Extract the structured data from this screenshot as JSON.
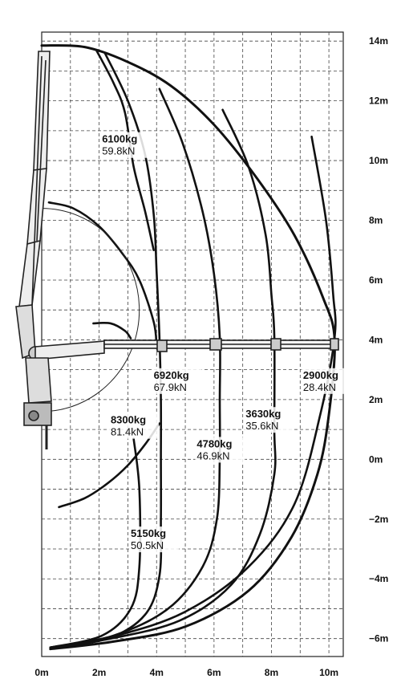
{
  "chart_data": {
    "type": "line",
    "xlim": [
      0,
      10.5
    ],
    "ylim": [
      -6.6,
      14.3
    ],
    "x_ticks": [
      {
        "value": 0,
        "label": "0m"
      },
      {
        "value": 2,
        "label": "2m"
      },
      {
        "value": 4,
        "label": "4m"
      },
      {
        "value": 6,
        "label": "6m"
      },
      {
        "value": 8,
        "label": "8m"
      },
      {
        "value": 10,
        "label": "10m"
      }
    ],
    "y_ticks": [
      {
        "value": 14,
        "label": "14m"
      },
      {
        "value": 12,
        "label": "12m"
      },
      {
        "value": 10,
        "label": "10m"
      },
      {
        "value": 8,
        "label": "8m"
      },
      {
        "value": 6,
        "label": "6m"
      },
      {
        "value": 4,
        "label": "4m"
      },
      {
        "value": 2,
        "label": "2m"
      },
      {
        "value": 0,
        "label": "0m"
      },
      {
        "value": -2,
        "label": "−2m"
      },
      {
        "value": -4,
        "label": "−4m"
      },
      {
        "value": -6,
        "label": "−6m"
      }
    ],
    "grid": true,
    "load_labels": [
      {
        "kg": "6100kg",
        "kn": "59.8kN",
        "x": 2.1,
        "y": 10.6
      },
      {
        "kg": "6920kg",
        "kn": "67.9kN",
        "x": 3.9,
        "y": 2.7
      },
      {
        "kg": "8300kg",
        "kn": "81.4kN",
        "x": 2.4,
        "y": 1.2
      },
      {
        "kg": "4780kg",
        "kn": "46.9kN",
        "x": 5.4,
        "y": 0.4
      },
      {
        "kg": "3630kg",
        "kn": "35.6kN",
        "x": 7.1,
        "y": 1.4
      },
      {
        "kg": "2900kg",
        "kn": "28.4kN",
        "x": 9.1,
        "y": 2.7
      },
      {
        "kg": "5150kg",
        "kn": "50.5kN",
        "x": 3.1,
        "y": -2.6
      }
    ],
    "curves": [
      {
        "name": "outer",
        "points": [
          [
            0.0,
            13.85
          ],
          [
            1.5,
            13.8
          ],
          [
            3.0,
            13.3
          ],
          [
            4.5,
            12.5
          ],
          [
            6.0,
            11.2
          ],
          [
            7.5,
            9.4
          ],
          [
            8.8,
            7.5
          ],
          [
            9.8,
            5.4
          ],
          [
            10.2,
            4.0
          ],
          [
            10.0,
            1.5
          ],
          [
            9.6,
            -0.5
          ],
          [
            8.7,
            -2.6
          ],
          [
            7.2,
            -4.4
          ],
          [
            5.0,
            -5.6
          ],
          [
            2.5,
            -6.1
          ],
          [
            0.3,
            -6.35
          ]
        ]
      },
      {
        "name": "inner-2900",
        "points": [
          [
            9.4,
            10.8
          ],
          [
            9.9,
            8.0
          ],
          [
            10.15,
            5.5
          ],
          [
            10.2,
            4.1
          ],
          [
            9.7,
            1.5
          ],
          [
            8.8,
            -1.5
          ],
          [
            7.2,
            -3.6
          ],
          [
            5.0,
            -5.1
          ],
          [
            2.6,
            -5.9
          ],
          [
            0.3,
            -6.3
          ]
        ]
      },
      {
        "name": "inner-3630",
        "points": [
          [
            6.3,
            11.7
          ],
          [
            7.2,
            9.8
          ],
          [
            7.8,
            7.5
          ],
          [
            8.0,
            5.5
          ],
          [
            8.1,
            4.1
          ],
          [
            8.1,
            1.0
          ],
          [
            8.1,
            -0.5
          ],
          [
            7.6,
            -2.5
          ],
          [
            6.6,
            -4.2
          ],
          [
            4.8,
            -5.4
          ],
          [
            2.4,
            -6.0
          ],
          [
            0.3,
            -6.3
          ]
        ]
      },
      {
        "name": "inner-4780",
        "points": [
          [
            4.1,
            12.4
          ],
          [
            4.9,
            10.6
          ],
          [
            5.6,
            8.3
          ],
          [
            6.0,
            6.2
          ],
          [
            6.2,
            4.1
          ],
          [
            6.2,
            2.0
          ],
          [
            6.2,
            0.0
          ],
          [
            6.1,
            -2.0
          ],
          [
            5.6,
            -3.6
          ],
          [
            4.4,
            -5.0
          ],
          [
            2.5,
            -5.9
          ],
          [
            0.3,
            -6.3
          ]
        ]
      },
      {
        "name": "inner-6920",
        "points": [
          [
            2.2,
            13.6
          ],
          [
            3.0,
            12.0
          ],
          [
            3.6,
            10.2
          ],
          [
            3.9,
            8.2
          ],
          [
            4.0,
            6.3
          ],
          [
            4.1,
            4.1
          ],
          [
            4.15,
            2.0
          ],
          [
            4.15,
            0.0
          ],
          [
            4.15,
            -2.0
          ],
          [
            4.1,
            -3.9
          ],
          [
            3.6,
            -5.2
          ],
          [
            2.3,
            -6.0
          ],
          [
            0.3,
            -6.3
          ]
        ]
      },
      {
        "name": "inner-6100",
        "points": [
          [
            1.9,
            13.7
          ],
          [
            2.5,
            12.6
          ],
          [
            2.9,
            11.6
          ],
          [
            3.2,
            9.8
          ],
          [
            3.6,
            8.3
          ],
          [
            3.9,
            7.0
          ]
        ]
      },
      {
        "name": "inner-5150",
        "points": [
          [
            3.2,
            0.7
          ],
          [
            3.4,
            -1.0
          ],
          [
            3.4,
            -3.6
          ],
          [
            3.1,
            -5.0
          ],
          [
            2.1,
            -5.9
          ],
          [
            0.3,
            -6.3
          ]
        ]
      },
      {
        "name": "inner-8300",
        "points": [
          [
            0.6,
            -1.6
          ],
          [
            1.5,
            -1.3
          ],
          [
            2.3,
            -0.8
          ],
          [
            3.0,
            -0.2
          ],
          [
            3.6,
            0.5
          ],
          [
            4.1,
            1.2
          ]
        ]
      },
      {
        "name": "inner-8600",
        "points": [
          [
            0.25,
            8.6
          ],
          [
            1.1,
            8.4
          ],
          [
            2.0,
            7.8
          ],
          [
            2.8,
            6.9
          ],
          [
            3.4,
            6.0
          ],
          [
            3.9,
            4.6
          ],
          [
            4.0,
            3.8
          ]
        ]
      },
      {
        "name": "inner-arc",
        "points": [
          [
            1.8,
            4.55
          ],
          [
            2.4,
            4.55
          ],
          [
            2.9,
            4.3
          ],
          [
            3.1,
            4.05
          ]
        ]
      }
    ],
    "thin_arc": {
      "cx": 0.0,
      "cy": 5.0,
      "r": 3.4,
      "from_deg": -90,
      "to_deg": 90
    }
  }
}
